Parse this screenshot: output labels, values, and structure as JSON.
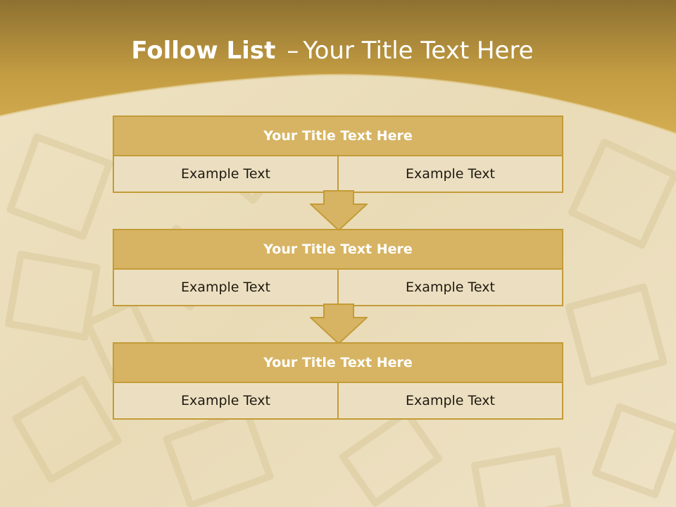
{
  "slide": {
    "title_bold": "Follow List",
    "title_dash": "–",
    "title_rest": "Your Title Text Here"
  },
  "steps": [
    {
      "title": "Your Title Text Here",
      "left": "Example Text",
      "right": "Example Text"
    },
    {
      "title": "Your Title Text Here",
      "left": "Example Text",
      "right": "Example Text"
    },
    {
      "title": "Your Title Text Here",
      "left": "Example Text",
      "right": "Example Text"
    }
  ],
  "colors": {
    "header_gold": "#c9a648",
    "box_title_fill": "#d7b463",
    "box_border": "#c39b38",
    "cell_fill": "#ecdfc1",
    "sand": "#e9dcb8"
  }
}
